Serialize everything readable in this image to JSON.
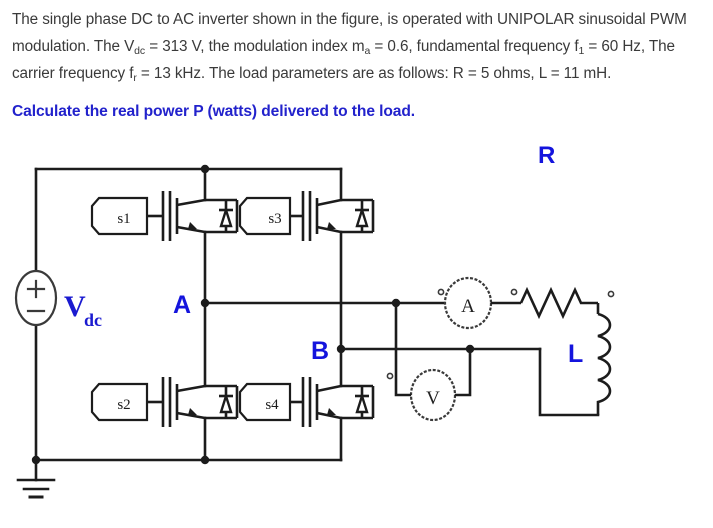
{
  "problem": {
    "paragraph_parts": {
      "p1a": "The single phase DC to AC inverter shown in the figure, is operated with UNIPOLAR sinusoidal PWM modulation. The V",
      "p1b": "dc",
      "p1c": " = 313 V, the modulation index m",
      "p1d": "a",
      "p1e": " = 0.6, fundamental frequency f",
      "p1f": "1",
      "p1g": " = 60 Hz, The carrier frequency f",
      "p1h": "r",
      "p1i": " = 13 kHz. The load parameters are as follows: R = 5 ohms, L = 11 mH."
    },
    "question": "Calculate the real power P (watts) delivered to the load.",
    "given": {
      "vdc": "313 V",
      "modulation_index": "0.6",
      "fundamental_frequency": "60 Hz",
      "carrier_frequency": "13 kHz",
      "resistance": "5 ohms",
      "inductance": "11 mH"
    }
  },
  "figure": {
    "title": "single-phase-full-bridge-inverter",
    "source_label": "V",
    "source_sub": "dc",
    "switches": [
      {
        "id": "s1",
        "label": "s1"
      },
      {
        "id": "s3",
        "label": "s3"
      },
      {
        "id": "s2",
        "label": "s2"
      },
      {
        "id": "s4",
        "label": "s4"
      }
    ],
    "nodes": [
      {
        "id": "A",
        "label": "A"
      },
      {
        "id": "B",
        "label": "B"
      }
    ],
    "meters": [
      {
        "id": "ammeter",
        "label": "A"
      },
      {
        "id": "voltmeter",
        "label": "V"
      }
    ],
    "load": [
      {
        "id": "resistor",
        "label": "R"
      },
      {
        "id": "inductor",
        "label": "L"
      }
    ]
  },
  "colors": {
    "accent_blue": "#2222cc",
    "node_blue": "#1414dd",
    "wire": "#1c1c1c",
    "text": "#3a3a3a",
    "background": "#ffffff"
  }
}
